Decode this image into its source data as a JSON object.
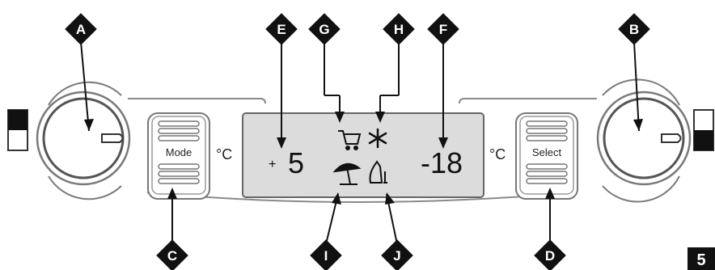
{
  "markers": {
    "a": "A",
    "b": "B",
    "c": "C",
    "d": "D",
    "e": "E",
    "f": "F",
    "g": "G",
    "h": "H",
    "i": "I",
    "j": "J"
  },
  "panel": {
    "mode_label": "Mode",
    "select_label": "Select",
    "unit_left": "°C",
    "unit_right": "°C",
    "fridge_sign": "+",
    "fridge_temp": "5",
    "freezer_temp": "-18"
  },
  "figure_number": "5",
  "icons": [
    "shopping-cart-icon",
    "snowflake-icon",
    "beach-umbrella-icon",
    "bottle-icon"
  ],
  "colors": {
    "lcd_bg": "#dcdcdc",
    "ink": "#111111",
    "line": "#888888"
  }
}
